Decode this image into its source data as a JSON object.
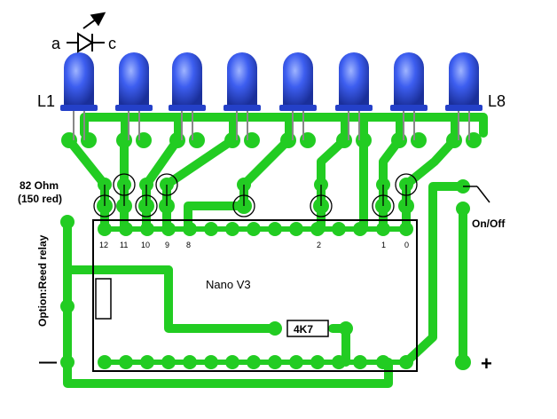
{
  "diode_symbol": {
    "anode": "a",
    "cathode": "c"
  },
  "led_labels": {
    "first": "L1",
    "last": "L8"
  },
  "resistor_label": {
    "value": "82 Ohm",
    "alt": "(150 red)"
  },
  "board": {
    "name": "Nano V3"
  },
  "pin_labels": [
    "12",
    "11",
    "10",
    "9",
    "8",
    "2",
    "1",
    "0"
  ],
  "pullup_resistor": "4K7",
  "switch_label": "On/Off",
  "relay_label": "Option:Reed relay",
  "power": {
    "negative": "—",
    "positive": "+"
  },
  "colors": {
    "trace": "#22cc22",
    "led": "#2a4fe0",
    "ink": "#000000",
    "paper": "#ffffff"
  }
}
